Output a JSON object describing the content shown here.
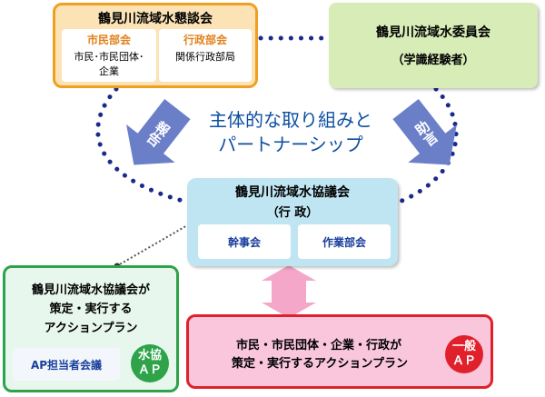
{
  "council": {
    "title": "鶴見川流域水懇談会",
    "citizen_title": "市民部会",
    "citizen_members": [
      "市民･市民団体･",
      "企業"
    ],
    "admin_title": "行政部会",
    "admin_members": "関係行政部局"
  },
  "committee": {
    "title": "鶴見川流域水委員会",
    "subtitle": "（学識経験者）"
  },
  "arrows": {
    "report": "報告",
    "advice": "助言"
  },
  "center_text": [
    "主体的な取り組みと",
    "パートナーシップ"
  ],
  "conference": {
    "title": "鶴見川流域水協議会",
    "subtitle": "（行 政）",
    "subgroups": [
      "幹事会",
      "作業部会"
    ]
  },
  "water_ap": {
    "title_lines": [
      "鶴見川流域水協議会が",
      "策定・実行する",
      "アクションプラン"
    ],
    "meeting": "AP担当者会議",
    "badge": [
      "水協",
      "ＡＰ"
    ]
  },
  "general_ap": {
    "title_lines": [
      "市民・市民団体・企業・行政が",
      "策定・実行するアクションプラン"
    ],
    "badge": [
      "一般",
      "ＡＰ"
    ]
  },
  "colors": {
    "orange": "#f0a020",
    "green_box": "#d8ecb8",
    "blue_box": "#bfe4f2",
    "navy_dots": "#1a2a8a",
    "pink": "#f9c6dc",
    "red": "#e0212b",
    "green": "#2ea34a",
    "arrow": "#6a7fc8"
  }
}
